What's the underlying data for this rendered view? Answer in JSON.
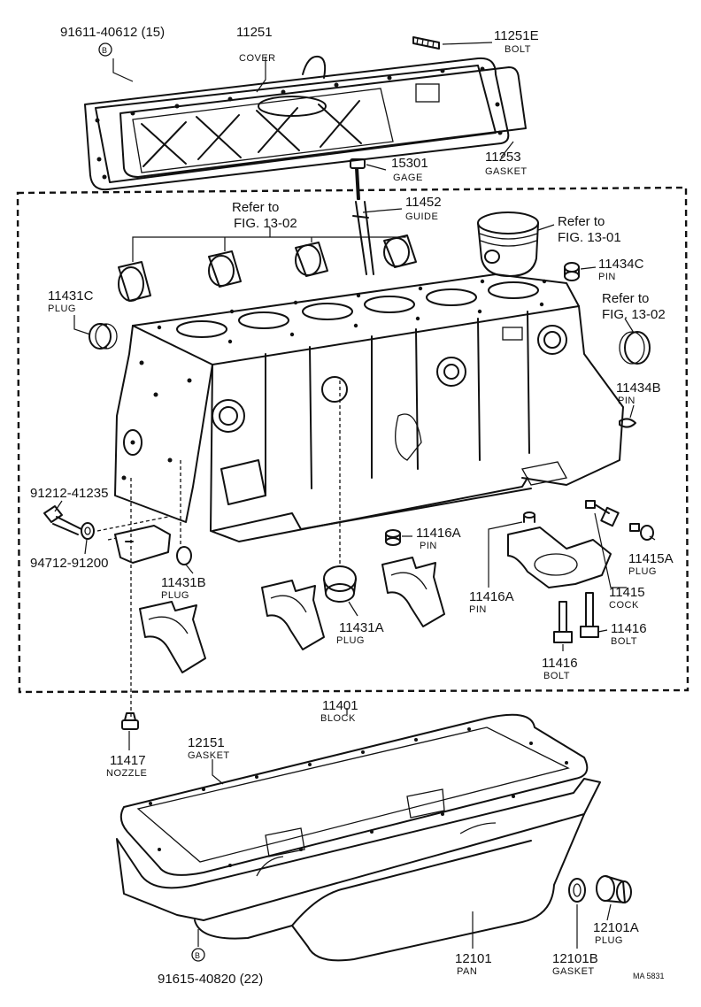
{
  "parts": {
    "p91611": {
      "number": "91611-40612 (15)",
      "marker": "B"
    },
    "p11251": {
      "number": "11251",
      "name": "COVER"
    },
    "p11251E": {
      "number": "11251E",
      "name": "BOLT"
    },
    "p11253": {
      "number": "11253",
      "name": "GASKET"
    },
    "p15301": {
      "number": "15301",
      "name": "GAGE"
    },
    "p11452": {
      "number": "11452",
      "name": "GUIDE"
    },
    "p11434C": {
      "number": "11434C",
      "name": "PIN"
    },
    "p11431C": {
      "number": "11431C",
      "name": "PLUG"
    },
    "p11434B": {
      "number": "11434B",
      "name": "PIN"
    },
    "p91212": {
      "number": "91212-41235"
    },
    "p94712": {
      "number": "94712-91200"
    },
    "p11431B": {
      "number": "11431B",
      "name": "PLUG"
    },
    "p11416A_1": {
      "number": "11416A",
      "name": "PIN"
    },
    "p11416A_2": {
      "number": "11416A",
      "name": "PIN"
    },
    "p11415A": {
      "number": "11415A",
      "name": "PLUG"
    },
    "p11415": {
      "number": "11415",
      "name": "COCK"
    },
    "p11431A": {
      "number": "11431A",
      "name": "PLUG"
    },
    "p11416_1": {
      "number": "11416",
      "name": "BOLT"
    },
    "p11416_2": {
      "number": "11416",
      "name": "BOLT"
    },
    "p11401": {
      "number": "11401",
      "name": "BLOCK"
    },
    "p11417": {
      "number": "11417",
      "name": "NOZZLE"
    },
    "p12151": {
      "number": "12151",
      "name": "GASKET"
    },
    "p12101": {
      "number": "12101",
      "name": "PAN"
    },
    "p12101B": {
      "number": "12101B",
      "name": "GASKET"
    },
    "p12101A": {
      "number": "12101A",
      "name": "PLUG"
    },
    "p91615": {
      "number": "91615-40820 (22)",
      "marker": "B"
    }
  },
  "refs": {
    "bearings": {
      "line1": "Refer to",
      "line2": "FIG. 13-02"
    },
    "piston": {
      "line1": "Refer to",
      "line2": "FIG. 13-01"
    },
    "rear": {
      "line1": "Refer to",
      "line2": "FIG. 13-02"
    }
  },
  "footer_code": "MA 5831"
}
